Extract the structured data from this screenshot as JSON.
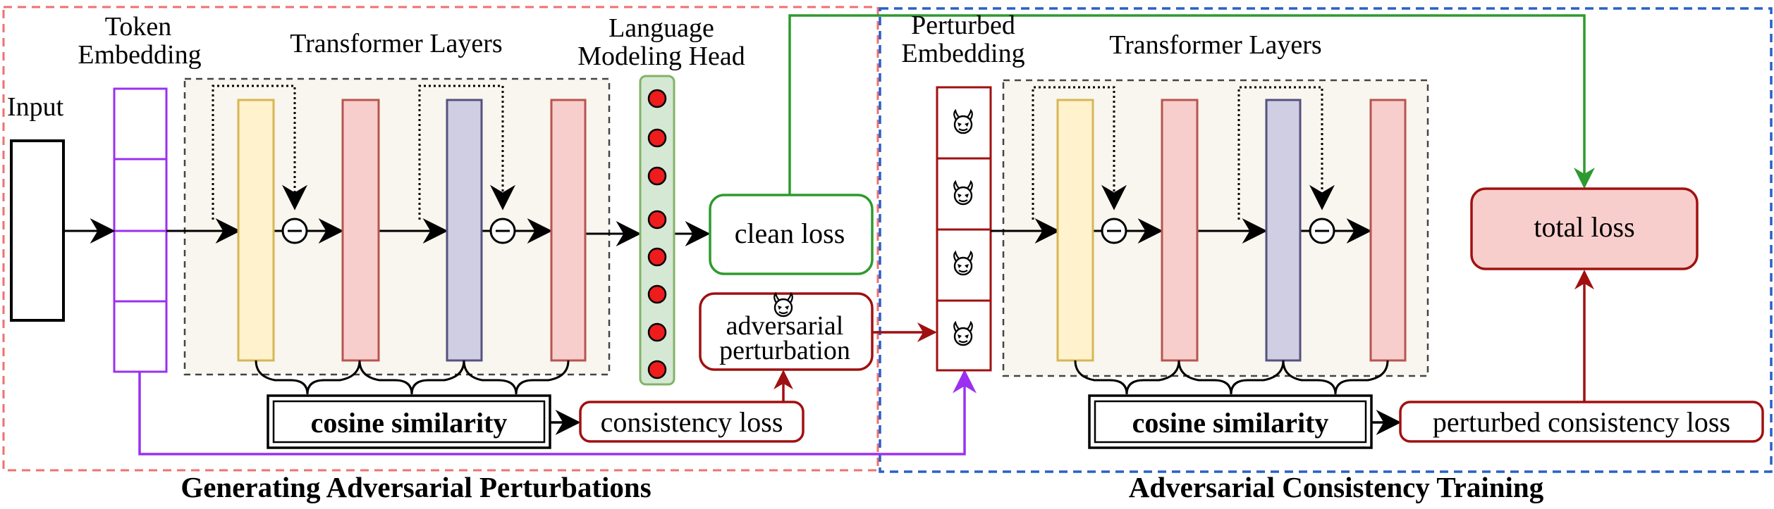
{
  "left_panel": {
    "caption": "Generating Adversarial Perturbations",
    "input_label": "Input",
    "token_embedding_label": [
      "Token",
      "Embedding"
    ],
    "transformer_label": "Transformer Layers",
    "lm_head_label": [
      "Language",
      "Modeling Head"
    ],
    "clean_loss": "clean loss",
    "adversarial_perturbation": [
      "adversarial",
      "perturbation"
    ],
    "cosine_similarity": "cosine similarity",
    "consistency_loss": "consistency loss"
  },
  "right_panel": {
    "caption": "Adversarial Consistency Training",
    "perturbed_embedding_label": [
      "Perturbed",
      "Embedding"
    ],
    "transformer_label": "Transformer Layers",
    "cosine_similarity": "cosine similarity",
    "perturbed_consistency_loss": "perturbed consistency loss",
    "total_loss": "total loss"
  },
  "icons": {
    "devil": "devil-face-icon",
    "add": "circled-plus-icon"
  },
  "colors": {
    "left_panel_border": "#f07070",
    "right_panel_border": "#2860c8",
    "embedding_border": "#9b30f0",
    "green": "#2e9a2e",
    "dark_red": "#a01010",
    "attention_fill": "#fff2cc",
    "attention_border": "#d6b656",
    "ffn_fill": "#f8cecc",
    "ffn_border": "#b85450",
    "norm_fill": "#d0cee2",
    "norm_border": "#56517e",
    "lm_head_fill": "#d5e8d4",
    "lm_head_border": "#82b366",
    "lm_neuron": "#ee1c1c",
    "layer_bg": "#f8f6ee",
    "total_loss_fill": "#f8cecc"
  }
}
